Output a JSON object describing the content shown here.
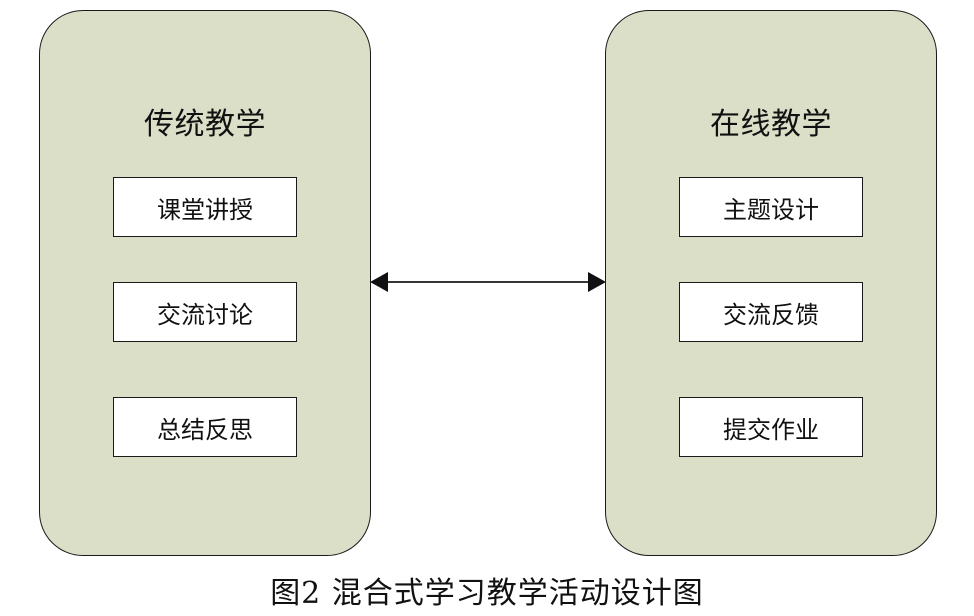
{
  "left_panel": {
    "title": "传统教学",
    "items": [
      "课堂讲授",
      "交流讨论",
      "总结反思"
    ]
  },
  "right_panel": {
    "title": "在线教学",
    "items": [
      "主题设计",
      "交流反馈",
      "提交作业"
    ]
  },
  "caption": "图2  混合式学习教学活动设计图",
  "colors": {
    "panel_fill": "#dcdfc8",
    "box_fill": "#ffffff",
    "stroke": "#1a1a1a"
  }
}
